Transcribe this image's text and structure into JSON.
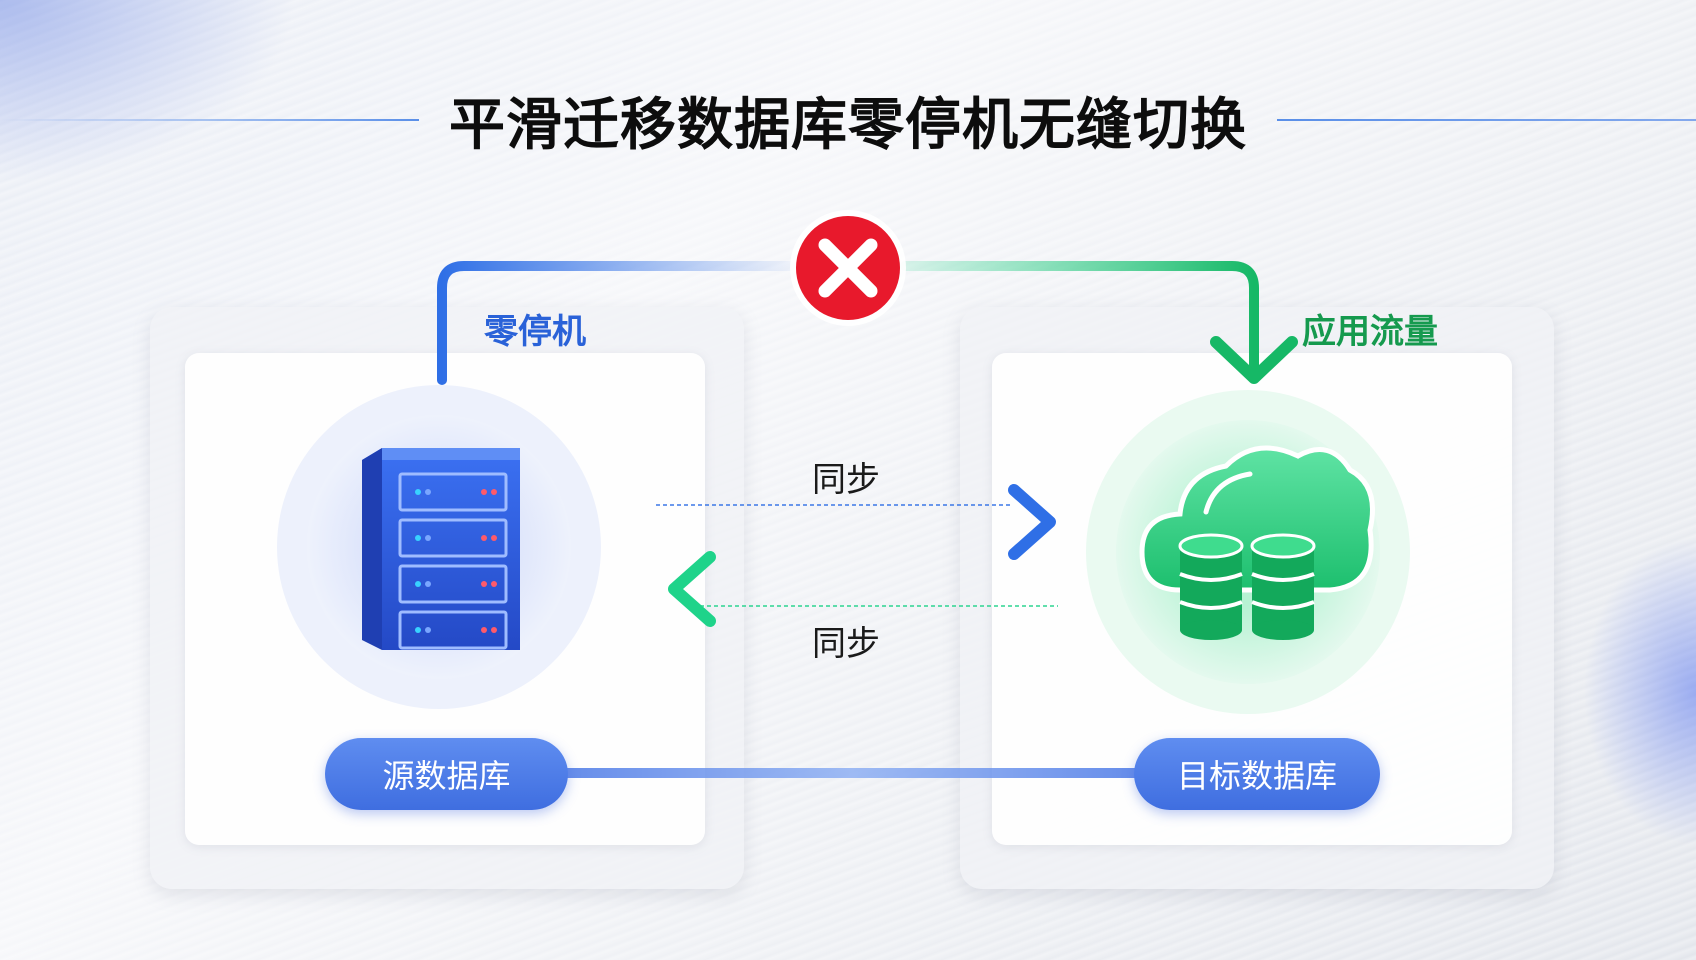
{
  "title": "平滑迁移数据库零停机无缝切换",
  "labels": {
    "zero_downtime": "零停机",
    "app_traffic": "应用流量",
    "sync_top": "同步",
    "sync_bottom": "同步"
  },
  "nodes": {
    "source": "源数据库",
    "target": "目标数据库"
  },
  "icons": {
    "source": "server-rack-icon",
    "target": "cloud-database-icon",
    "blocked": "red-x-icon"
  },
  "colors": {
    "blue": "#2f6fe6",
    "green": "#19c77a",
    "red": "#e8192c",
    "pill": "#4a78e6"
  }
}
